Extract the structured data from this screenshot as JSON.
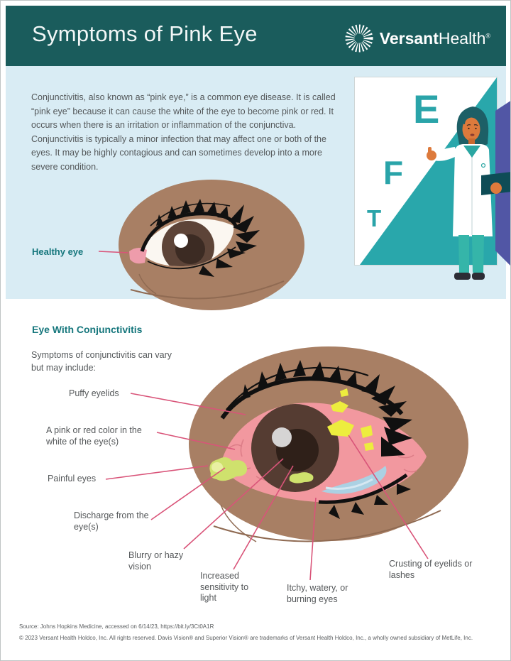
{
  "header": {
    "title": "Symptoms of Pink Eye",
    "brand_bold": "Versant",
    "brand_regular": "Health",
    "registered": "®"
  },
  "intro": {
    "paragraph": "Conjunctivitis, also known as “pink eye,” is a common eye disease. It is called “pink eye” because it can cause the white of the eye to become pink or red. It occurs when there is an irritation or inflammation of the conjunctiva. Conjunctivitis is typically a minor infection that may affect one or both of the eyes. It may be highly contagious and can sometimes develop into a more severe condition."
  },
  "eye_chart": {
    "letters": [
      "E",
      "F",
      "T"
    ]
  },
  "healthy_eye": {
    "label": "Healthy eye"
  },
  "conjunctivitis": {
    "heading": "Eye With Conjunctivitis",
    "intro": "Symptoms of conjunctivitis can vary but may include:",
    "symptoms": [
      "Puffy eyelids",
      "A pink or red color in the white of the eye(s)",
      "Painful eyes",
      "Discharge from the eye(s)",
      "Blurry or hazy vision",
      "Increased sensitivity to light",
      "Itchy, watery, or burning eyes",
      "Crusting of eyelids or lashes"
    ]
  },
  "footer": {
    "source": "Source: Johns Hopkins Medicine, accessed on 6/14/23, https://bit.ly/3Ct0A1R",
    "copyright": "© 2023 Versant Health Holdco, Inc. All rights reserved. Davis Vision® and Superior Vision® are trademarks of Versant Health Holdco, Inc., a wholly owned subsidiary of MetLife, Inc."
  },
  "colors": {
    "header_teal": "#1a5c5c",
    "light_blue": "#d9ecf4",
    "accent_teal": "#2aa4a9",
    "heading_teal": "#15767c",
    "line_pink": "#d95479",
    "skin_brown": "#a87f64",
    "sclera_pink": "#f2989f",
    "discharge_green": "#cfe16d",
    "watery_blue": "#abd1e3",
    "crust_yellow": "#eded3e",
    "purple": "#5156a5"
  }
}
